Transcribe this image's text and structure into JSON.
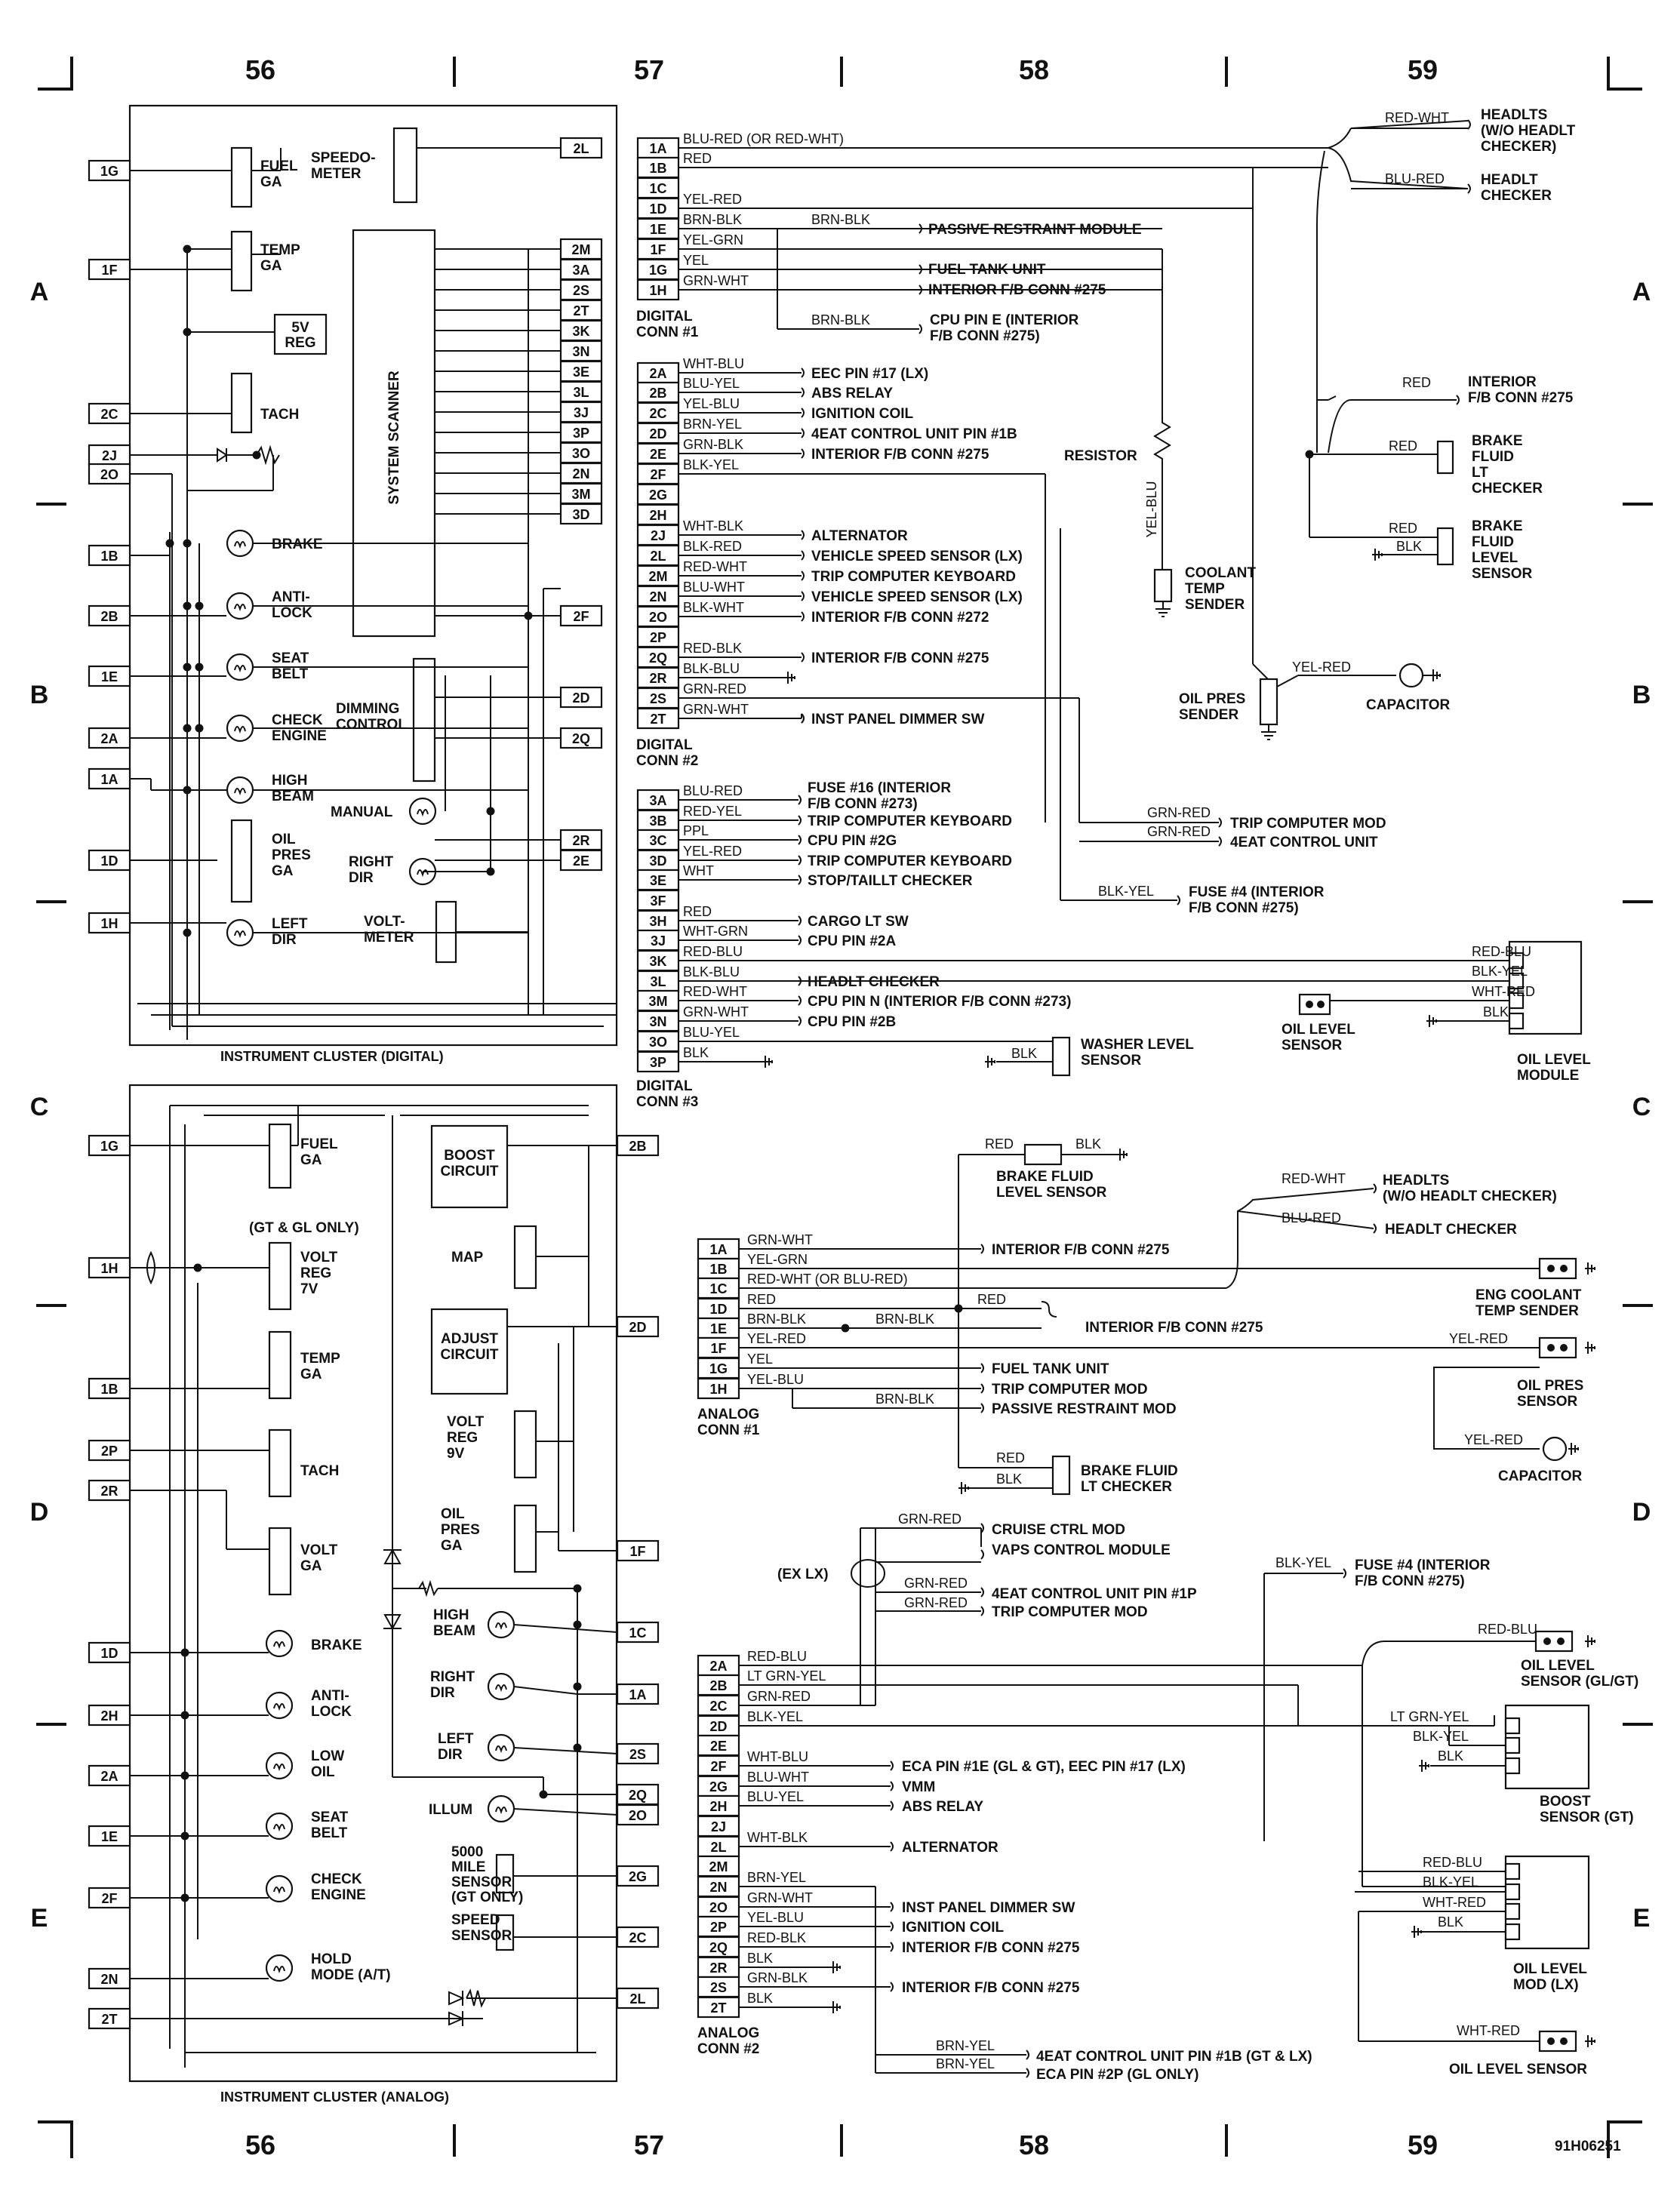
{
  "grid": {
    "columns_top": [
      "56",
      "57",
      "58",
      "59"
    ],
    "columns_bottom": [
      "56",
      "57",
      "58",
      "59"
    ],
    "rows": [
      "A",
      "B",
      "C",
      "D",
      "E"
    ],
    "doc_id": "91H06251"
  },
  "digital_cluster": {
    "title": "INSTRUMENT CLUSTER (DIGITAL)",
    "left_pins": [
      "1G",
      "1F",
      "2C",
      "2J",
      "2O",
      "1B",
      "2B",
      "1E",
      "2A",
      "1A",
      "1D",
      "1H"
    ],
    "right_pins": [
      "2L",
      "2M",
      "3A",
      "2S",
      "2T",
      "3K",
      "3N",
      "3E",
      "3L",
      "3J",
      "3P",
      "3O",
      "2N",
      "3M",
      "3D",
      "2F",
      "2D",
      "2Q",
      "2R",
      "2E"
    ],
    "components": {
      "fuel": [
        "FUEL",
        "GA"
      ],
      "temp": [
        "TEMP",
        "GA"
      ],
      "reg": [
        "5V",
        "REG"
      ],
      "tach": "TACH",
      "speedo": [
        "SPEEDO-",
        "METER"
      ],
      "scanner": "SYSTEM SCANNER",
      "brake": "BRAKE",
      "antilock": [
        "ANTI-",
        "LOCK"
      ],
      "seatbelt": [
        "SEAT",
        "BELT"
      ],
      "check": [
        "CHECK",
        "ENGINE"
      ],
      "high": [
        "HIGH",
        "BEAM"
      ],
      "oil": [
        "OIL",
        "PRES",
        "GA"
      ],
      "left": [
        "LEFT",
        "DIR"
      ],
      "dimming": [
        "DIMMING",
        "CONTROL"
      ],
      "manual": "MANUAL",
      "right": [
        "RIGHT",
        "DIR"
      ],
      "volt": [
        "VOLT-",
        "METER"
      ]
    }
  },
  "digital_conn1": {
    "title": [
      "DIGITAL",
      "CONN #1"
    ],
    "pins": [
      "1A",
      "1B",
      "1C",
      "1D",
      "1E",
      "1F",
      "1G",
      "1H"
    ],
    "wires": [
      "BLU-RED (OR RED-WHT)",
      "RED",
      "",
      "YEL-RED",
      "BRN-BLK",
      "YEL-GRN",
      "YEL",
      "GRN-WHT"
    ],
    "dest": {
      "brn_blk": "BRN-BLK",
      "passive": "PASSIVE RESTRAINT MODULE",
      "fuel": "FUEL TANK UNIT",
      "interior": "INTERIOR F/B CONN #275",
      "brn_blk2": "BRN-BLK",
      "cpu": [
        "CPU PIN E (INTERIOR",
        "F/B CONN #275)"
      ]
    }
  },
  "digital_conn2": {
    "title": [
      "DIGITAL",
      "CONN #2"
    ],
    "pins": [
      "2A",
      "2B",
      "2C",
      "2D",
      "2E",
      "2F",
      "2G",
      "2H",
      "2J",
      "2L",
      "2M",
      "2N",
      "2O",
      "2P",
      "2Q",
      "2R",
      "2S",
      "2T"
    ],
    "wires": [
      "WHT-BLU",
      "BLU-YEL",
      "YEL-BLU",
      "BRN-YEL",
      "GRN-BLK",
      "BLK-YEL",
      "",
      "",
      "WHT-BLK",
      "BLK-RED",
      "RED-WHT",
      "BLU-WHT",
      "BLK-WHT",
      "",
      "RED-BLK",
      "BLK-BLU",
      "GRN-RED",
      "GRN-WHT"
    ],
    "dest": [
      "EEC PIN #17 (LX)",
      "ABS RELAY",
      "IGNITION COIL",
      "4EAT CONTROL UNIT PIN #1B",
      "INTERIOR F/B CONN #275",
      "",
      "",
      "",
      "ALTERNATOR",
      "VEHICLE SPEED SENSOR (LX)",
      "TRIP COMPUTER KEYBOARD",
      "VEHICLE SPEED SENSOR (LX)",
      "INTERIOR F/B CONN #272",
      "",
      "INTERIOR F/B CONN #275",
      "",
      "",
      "INST PANEL DIMMER SW"
    ]
  },
  "digital_conn3": {
    "title": [
      "DIGITAL",
      "CONN #3"
    ],
    "pins": [
      "3A",
      "3B",
      "3C",
      "3D",
      "3E",
      "3F",
      "3H",
      "3J",
      "3K",
      "3L",
      "3M",
      "3N",
      "3O",
      "3P"
    ],
    "wires": [
      "BLU-RED",
      "RED-YEL",
      "PPL",
      "YEL-RED",
      "WHT",
      "",
      "RED",
      "WHT-GRN",
      "RED-BLU",
      "BLK-BLU",
      "RED-WHT",
      "GRN-WHT",
      "BLU-YEL",
      "BLK"
    ],
    "dest": [
      "FUSE #16 (INTERIOR|F/B CONN #273)",
      "TRIP COMPUTER KEYBOARD",
      "CPU PIN #2G",
      "TRIP COMPUTER KEYBOARD",
      "STOP/TAILLT CHECKER",
      "",
      "CARGO LT SW",
      "CPU PIN #2A",
      "",
      "HEADLT CHECKER",
      "CPU PIN N (INTERIOR F/B CONN #273)",
      "CPU PIN #2B",
      "",
      ""
    ]
  },
  "right_top": {
    "red_wht": "RED-WHT",
    "headlts": [
      "HEADLTS",
      "(W/O HEADLT",
      "CHECKER)"
    ],
    "blu_red": "BLU-RED",
    "headlt_checker": [
      "HEADLT",
      "CHECKER"
    ],
    "red1": "RED",
    "interior": [
      "INTERIOR",
      "F/B CONN #275"
    ],
    "red2": "RED",
    "brake_lt": [
      "BRAKE",
      "FLUID",
      "LT",
      "CHECKER"
    ],
    "red3": "RED",
    "blk": "BLK",
    "brake_lvl": [
      "BRAKE",
      "FLUID",
      "LEVEL",
      "SENSOR"
    ],
    "resistor": "RESISTOR",
    "yel_blu": "YEL-BLU",
    "coolant": [
      "COOLANT",
      "TEMP",
      "SENDER"
    ],
    "yel_red": "YEL-RED",
    "oil_pres": [
      "OIL PRES",
      "SENDER"
    ],
    "capacitor": "CAPACITOR",
    "grn_red1": "GRN-RED",
    "trip_mod": "TRIP COMPUTER MOD",
    "grn_red2": "GRN-RED",
    "eat": "4EAT CONTROL UNIT",
    "blk_yel": "BLK-YEL",
    "fuse4": [
      "FUSE #4 (INTERIOR",
      "F/B CONN #275)"
    ],
    "mod_wires": [
      "RED-BLU",
      "BLK-YEL",
      "WHT-RED",
      "BLK"
    ],
    "oil_lvl_sensor": [
      "OIL LEVEL",
      "SENSOR"
    ],
    "oil_lvl_module": [
      "OIL LEVEL",
      "MODULE"
    ],
    "blk2": "BLK",
    "washer": [
      "WASHER LEVEL",
      "SENSOR"
    ]
  },
  "analog_cluster": {
    "title": "INSTRUMENT CLUSTER (ANALOG)",
    "left_pins": [
      "1G",
      "1H",
      "1B",
      "2P",
      "2R",
      "1D",
      "2H",
      "2A",
      "1E",
      "2F",
      "2N",
      "2T"
    ],
    "right_pins": [
      "2B",
      "2D",
      "1F",
      "1C",
      "1A",
      "2S",
      "2Q",
      "2O",
      "2G",
      "2C",
      "2L"
    ],
    "components": {
      "fuel": [
        "FUEL",
        "GA"
      ],
      "gtgl": "(GT & GL ONLY)",
      "voltreg": [
        "VOLT",
        "REG",
        "7V"
      ],
      "temp": [
        "TEMP",
        "GA"
      ],
      "tach": "TACH",
      "volt": [
        "VOLT",
        "GA"
      ],
      "brake": "BRAKE",
      "antilock": [
        "ANTI-",
        "LOCK"
      ],
      "lowoil": [
        "LOW",
        "OIL"
      ],
      "seat": [
        "SEAT",
        "BELT"
      ],
      "check": [
        "CHECK",
        "ENGINE"
      ],
      "hold": [
        "HOLD",
        "MODE (A/T)"
      ],
      "boost": [
        "BOOST",
        "CIRCUIT"
      ],
      "map": "MAP",
      "adjust": [
        "ADJUST",
        "CIRCUIT"
      ],
      "voltreg9": [
        "VOLT",
        "REG",
        "9V"
      ],
      "oilpres": [
        "OIL",
        "PRES",
        "GA"
      ],
      "high": [
        "HIGH",
        "BEAM"
      ],
      "right": [
        "RIGHT",
        "DIR"
      ],
      "left": [
        "LEFT",
        "DIR"
      ],
      "illum": "ILLUM",
      "mile": [
        "5000",
        "MILE",
        "SENSOR",
        "(GT ONLY)"
      ],
      "speed": [
        "SPEED",
        "SENSOR"
      ]
    }
  },
  "analog_conn1": {
    "title": [
      "ANALOG",
      "CONN #1"
    ],
    "pins": [
      "1A",
      "1B",
      "1C",
      "1D",
      "1E",
      "1F",
      "1G",
      "1H"
    ],
    "wires": [
      "GRN-WHT",
      "YEL-GRN",
      "RED-WHT (OR BLU-RED)",
      "RED",
      "BRN-BLK",
      "YEL-RED",
      "YEL",
      "YEL-BLU"
    ],
    "dest": {
      "int275": "INTERIOR F/B CONN #275",
      "int275b": "INTERIOR F/B CONN #275",
      "fuel": "FUEL TANK UNIT",
      "trip": "TRIP COMPUTER MOD",
      "passive": "PASSIVE RESTRAINT MOD",
      "red": "RED",
      "brn_blk": "BRN-BLK",
      "brn_blk2": "BRN-BLK",
      "red_wht": "RED-WHT",
      "headlts": [
        "HEADLTS",
        "(W/O HEADLT CHECKER)"
      ],
      "blu_red": "BLU-RED",
      "headlt_checker": "HEADLT CHECKER",
      "eng_cool": [
        "ENG COOLANT",
        "TEMP SENDER"
      ],
      "yel_red": "YEL-RED",
      "oil_pres": [
        "OIL PRES",
        "SENSOR"
      ],
      "yel_red2": "YEL-RED",
      "capacitor": "CAPACITOR",
      "red_top": "RED",
      "blk_top": "BLK",
      "bf_level": [
        "BRAKE FLUID",
        "LEVEL SENSOR"
      ],
      "red_bot": "RED",
      "blk_bot": "BLK",
      "bf_lt": [
        "BRAKE FLUID",
        "LT CHECKER"
      ]
    }
  },
  "analog_conn2": {
    "title": [
      "ANALOG",
      "CONN #2"
    ],
    "pins": [
      "2A",
      "2B",
      "2C",
      "2D",
      "2E",
      "2F",
      "2G",
      "2H",
      "2J",
      "2L",
      "2M",
      "2N",
      "2O",
      "2P",
      "2Q",
      "2R",
      "2S",
      "2T"
    ],
    "wires": [
      "RED-BLU",
      "LT GRN-YEL",
      "GRN-RED",
      "BLK-YEL",
      "",
      "WHT-BLU",
      "BLU-WHT",
      "BLU-YEL",
      "",
      "WHT-BLK",
      "",
      "BRN-YEL",
      "GRN-WHT",
      "YEL-BLU",
      "RED-BLK",
      "BLK",
      "GRN-BLK",
      "BLK"
    ],
    "dest": [
      "",
      "",
      "",
      "",
      "",
      "ECA PIN #1E (GL & GT), EEC PIN #17 (LX)",
      "VMM",
      "ABS RELAY",
      "",
      "ALTERNATOR",
      "",
      "",
      "INST PANEL DIMMER SW",
      "IGNITION COIL",
      "INTERIOR F/B CONN #275",
      "",
      "INTERIOR F/B CONN #275",
      ""
    ],
    "extra": {
      "exlx": "(EX LX)",
      "grn_red1": "GRN-RED",
      "cruise": "CRUISE CTRL MOD",
      "vaps": "VAPS CONTROL MODULE",
      "grn_red2": "GRN-RED",
      "grn_red3": "GRN-RED",
      "eat1p": "4EAT CONTROL UNIT PIN #1P",
      "tripmod": "TRIP COMPUTER MOD",
      "blk_yel": "BLK-YEL",
      "fuse4": [
        "FUSE #4 (INTERIOR",
        "F/B CONN #275)"
      ],
      "red_blu": "RED-BLU",
      "oil_gl": [
        "OIL LEVEL",
        "SENSOR (GL/GT)"
      ],
      "boost_w": [
        "LT GRN-YEL",
        "BLK-YEL",
        "BLK"
      ],
      "boost": [
        "BOOST",
        "SENSOR (GT)"
      ],
      "mod_w": [
        "RED-BLU",
        "BLK-YEL",
        "WHT-RED",
        "BLK"
      ],
      "oil_mod": [
        "OIL LEVEL",
        "MOD (LX)"
      ],
      "wht_red": "WHT-RED",
      "oil_sensor": "OIL LEVEL SENSOR",
      "brn_yel1": "BRN-YEL",
      "brn_yel2": "BRN-YEL",
      "eat1b": "4EAT CONTROL UNIT PIN #1B (GT & LX)",
      "eca2p": "ECA PIN #2P (GL ONLY)"
    }
  }
}
